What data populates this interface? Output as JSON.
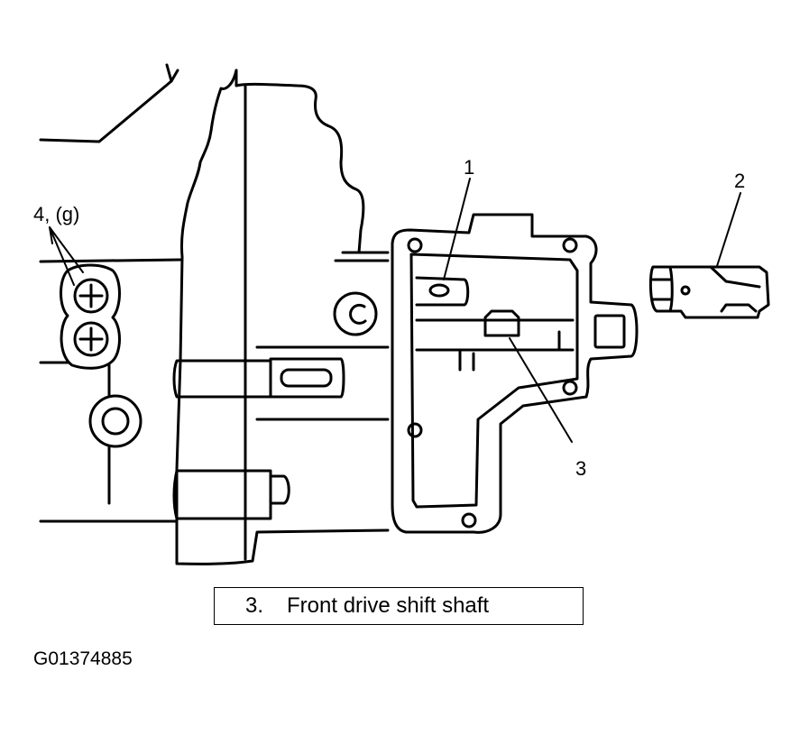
{
  "callouts": {
    "c1": "1",
    "c2": "2",
    "c3": "3",
    "c4": "4, (g)"
  },
  "legend": {
    "number": "3.",
    "text": "Front drive shift shaft"
  },
  "figure_id": "G01374885"
}
